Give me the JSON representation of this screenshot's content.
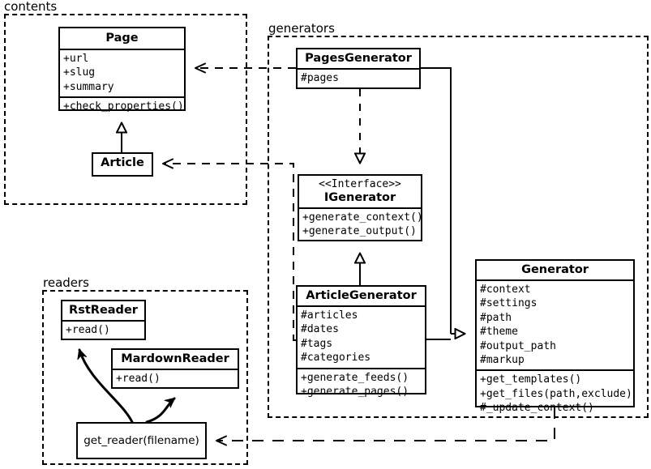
{
  "diagram": {
    "type": "uml-class-diagram",
    "packages": [
      {
        "id": "contents",
        "label": "contents"
      },
      {
        "id": "generators",
        "label": "generators"
      },
      {
        "id": "readers",
        "label": "readers"
      }
    ],
    "classes": [
      {
        "id": "page",
        "name": "Page",
        "stereotype": "",
        "attributes": [
          "+url",
          "+slug",
          "+summary"
        ],
        "methods": [
          "+check_properties()"
        ]
      },
      {
        "id": "article",
        "name": "Article",
        "stereotype": "",
        "attributes": [],
        "methods": []
      },
      {
        "id": "pagesgenerator",
        "name": "PagesGenerator",
        "stereotype": "",
        "attributes": [
          "#pages"
        ],
        "methods": []
      },
      {
        "id": "igenerator",
        "name": "IGenerator",
        "stereotype": "<<Interface>>",
        "attributes": [],
        "methods": [
          "+generate_context()",
          "+generate_output()"
        ]
      },
      {
        "id": "articlegenerator",
        "name": "ArticleGenerator",
        "stereotype": "",
        "attributes": [
          "#articles",
          "#dates",
          "#tags",
          "#categories"
        ],
        "methods": [
          "+generate_feeds()",
          "+generate_pages()"
        ]
      },
      {
        "id": "generator",
        "name": "Generator",
        "stereotype": "",
        "attributes": [
          "#context",
          "#settings",
          "#path",
          "#theme",
          "#output_path",
          "#markup"
        ],
        "methods": [
          "+get_templates()",
          "+get_files(path,exclude)",
          "#_update_context()"
        ]
      },
      {
        "id": "rstreader",
        "name": "RstReader",
        "stereotype": "",
        "attributes": [],
        "methods": [
          "+read()"
        ]
      },
      {
        "id": "mardownreader",
        "name": "MardownReader",
        "stereotype": "",
        "attributes": [],
        "methods": [
          "+read()"
        ]
      }
    ],
    "functions": [
      {
        "id": "get_reader",
        "label": "get_reader(filename)"
      }
    ],
    "relations": [
      {
        "from": "article",
        "to": "page",
        "kind": "generalization"
      },
      {
        "from": "pagesgenerator",
        "to": "igenerator",
        "kind": "realization"
      },
      {
        "from": "articlegenerator",
        "to": "igenerator",
        "kind": "generalization"
      },
      {
        "from": "pagesgenerator",
        "to": "generator",
        "kind": "generalization"
      },
      {
        "from": "articlegenerator",
        "to": "generator",
        "kind": "generalization"
      },
      {
        "from": "pagesgenerator",
        "to": "page",
        "kind": "dependency"
      },
      {
        "from": "articlegenerator",
        "to": "article",
        "kind": "dependency"
      },
      {
        "from": "generator",
        "to": "get_reader",
        "kind": "dependency"
      },
      {
        "from": "get_reader",
        "to": "rstreader",
        "kind": "returns"
      },
      {
        "from": "get_reader",
        "to": "mardownreader",
        "kind": "returns"
      }
    ],
    "colors": {
      "stroke": "#000000",
      "fill": "#ffffff",
      "text": "#000000"
    }
  }
}
